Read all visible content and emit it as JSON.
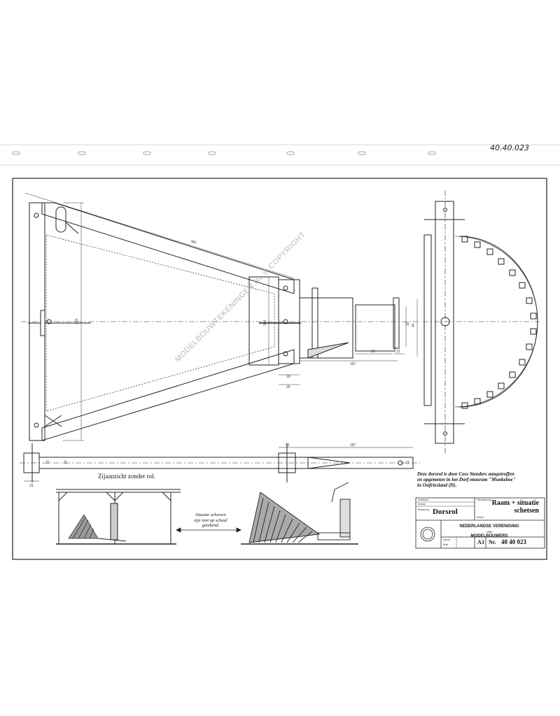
{
  "document": {
    "handwritten_ref": "40.40.023",
    "side_view_label": "Zijaanzicht zonder rol.",
    "description_lines": [
      "Deze dorsrol is door  Cees Stenders  aangetroffen",
      "en opgemeten in het Dorf-museum \"Munkeboe\"",
      "in Ostfriesland (D)."
    ],
    "situation_note_lines": [
      "Situatie schetsen",
      "zijn niet op schaal",
      "getekend."
    ],
    "watermark": "MODELBOUWTEKENINGEN.NL © COPYRIGHT"
  },
  "dimensions": {
    "top_length": "380",
    "left_height": "250",
    "inner_height": "106",
    "d_18": "18",
    "d_25": "25",
    "d_167": "167",
    "d_31": "31",
    "d_12": "12",
    "d_33": "33",
    "d_44": "44",
    "side_25": "25",
    "side_167": "167",
    "side_15": "15",
    "side_13": "13",
    "side_21": "21",
    "side_11": "11"
  },
  "title_block": {
    "label_drawn": "Getekend",
    "label_scale": "Schaal",
    "label_title": "Titel tekening",
    "label_name": "Benaming",
    "label_model": "Model",
    "label_date": "Datum",
    "label_sheet": "Blad",
    "name": "Dorsrol",
    "title_line1": "Raam + situatie",
    "title_line2": "schetsen",
    "org_line1": "NEDERLANDSE VERENIGING",
    "org_line2": "VAN",
    "org_line3": "MODELBOUWERS",
    "format": "A3",
    "number_label": "Nr.",
    "number": "40 40 023"
  }
}
